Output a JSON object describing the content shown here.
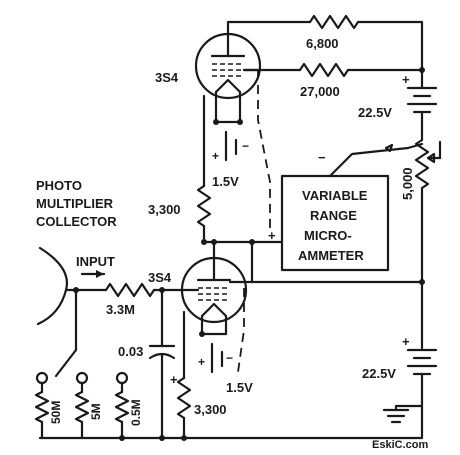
{
  "labels": {
    "tube_top": "3S4",
    "tube_bottom": "3S4",
    "r_6800": "6,800",
    "r_27000": "27,000",
    "batt_top": "22.5V",
    "batt_bottom": "22.5V",
    "pot_5000": "5,000",
    "fil_top": "1.5V",
    "fil_bottom": "1.5V",
    "r_3300_top": "3,300",
    "r_3300_bottom": "3,300",
    "meter_line1": "VARIABLE",
    "meter_line2": "RANGE",
    "meter_line3": "MICRO-",
    "meter_line4": "AMMETER",
    "pm_line1": "PHOTO",
    "pm_line2": "MULTIPLIER",
    "pm_line3": "COLLECTOR",
    "input": "INPUT",
    "r_3_3m": "3.3M",
    "c_003": "0.03",
    "r_50m": "50M",
    "r_5m": "5M",
    "r_05m": "0.5M",
    "watermark": "EskiC.com"
  }
}
